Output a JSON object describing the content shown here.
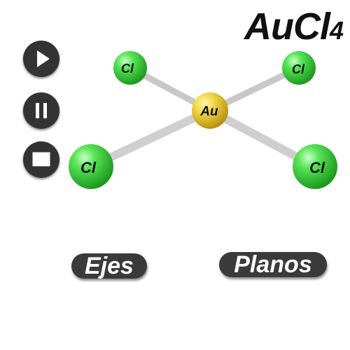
{
  "title": {
    "main": "AuCl",
    "sub": "4"
  },
  "controls": {
    "play_icon": "play-icon",
    "pause_icon": "pause-icon",
    "stop_icon": "stop-icon"
  },
  "atoms": {
    "center": "Au",
    "ligand": "Cl"
  },
  "buttons": {
    "axes": "Ejes",
    "planes": "Planos"
  },
  "colors": {
    "gold": "#f0d040",
    "chlorine": "#3fdc3f",
    "control": "#333333"
  }
}
